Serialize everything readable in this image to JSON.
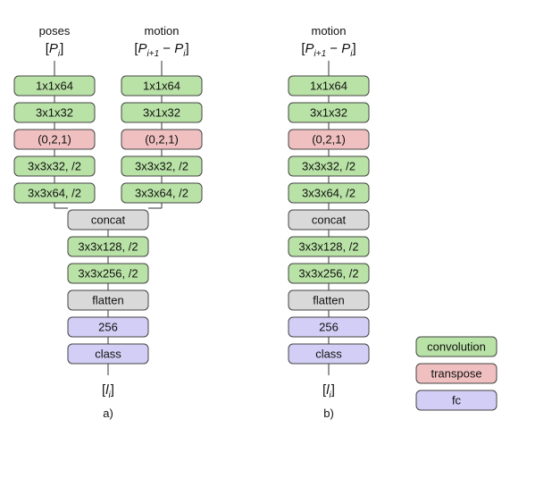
{
  "colors": {
    "convolution": "#b9e2a6",
    "transpose": "#f0c0c0",
    "fc": "#d2cef5",
    "neutral": "#d9d9d9",
    "stroke": "#444444",
    "line": "#333333"
  },
  "diagram_a": {
    "label": "a)",
    "output": "[l_i]",
    "branches": [
      {
        "title": "poses",
        "input": "[P_i]",
        "layers": [
          {
            "text": "1x1x64",
            "kind": "convolution"
          },
          {
            "text": "3x1x32",
            "kind": "convolution"
          },
          {
            "text": "(0,2,1)",
            "kind": "transpose"
          },
          {
            "text": "3x3x32, /2",
            "kind": "convolution"
          },
          {
            "text": "3x3x64, /2",
            "kind": "convolution"
          }
        ]
      },
      {
        "title": "motion",
        "input": "[P_{i+1} − P_i]",
        "layers": [
          {
            "text": "1x1x64",
            "kind": "convolution"
          },
          {
            "text": "3x1x32",
            "kind": "convolution"
          },
          {
            "text": "(0,2,1)",
            "kind": "transpose"
          },
          {
            "text": "3x3x32, /2",
            "kind": "convolution"
          },
          {
            "text": "3x3x64, /2",
            "kind": "convolution"
          }
        ]
      }
    ],
    "merged": [
      {
        "text": "concat",
        "kind": "neutral"
      },
      {
        "text": "3x3x128, /2",
        "kind": "convolution"
      },
      {
        "text": "3x3x256, /2",
        "kind": "convolution"
      },
      {
        "text": "flatten",
        "kind": "neutral"
      },
      {
        "text": "256",
        "kind": "fc"
      },
      {
        "text": "class",
        "kind": "fc"
      }
    ]
  },
  "diagram_b": {
    "label": "b)",
    "title": "motion",
    "input": "[P_{i+1} − P_i]",
    "output": "[l_i]",
    "layers": [
      {
        "text": "1x1x64",
        "kind": "convolution"
      },
      {
        "text": "3x1x32",
        "kind": "convolution"
      },
      {
        "text": "(0,2,1)",
        "kind": "transpose"
      },
      {
        "text": "3x3x32, /2",
        "kind": "convolution"
      },
      {
        "text": "3x3x64, /2",
        "kind": "convolution"
      },
      {
        "text": "concat",
        "kind": "neutral"
      },
      {
        "text": "3x3x128, /2",
        "kind": "convolution"
      },
      {
        "text": "3x3x256, /2",
        "kind": "convolution"
      },
      {
        "text": "flatten",
        "kind": "neutral"
      },
      {
        "text": "256",
        "kind": "fc"
      },
      {
        "text": "class",
        "kind": "fc"
      }
    ]
  },
  "legend": [
    {
      "label": "convolution",
      "kind": "convolution"
    },
    {
      "label": "transpose",
      "kind": "transpose"
    },
    {
      "label": "fc",
      "kind": "fc"
    }
  ]
}
